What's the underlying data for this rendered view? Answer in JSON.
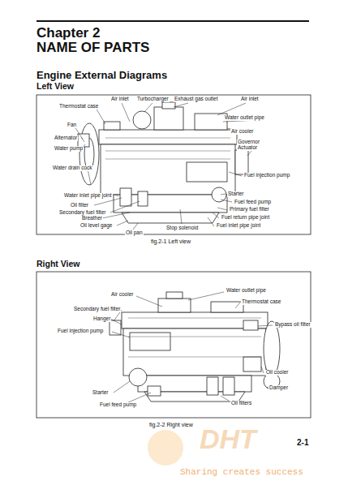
{
  "diagram": {
    "title": "Chapter 2",
    "labels": [
      "NAME OF PARTS",
      "Engine External Diagrams",
      "Left View",
      "Air inlet",
      "Turbocharger",
      "Exhaust gas outlet",
      "Air inlet",
      "Thermostat case",
      "Water outlet pipe",
      "Fan",
      "Air cooler",
      "Alternator",
      "Governor Actuator",
      "Water pump",
      "Water drain cock",
      "Fuel injection pump",
      "Starter",
      "Water inlet pipe joint",
      "Fuel feed pump",
      "Oil filter",
      "Primary fuel filter",
      "Secondary fuel filter",
      "Breather",
      "Fuel return pipe joint",
      "Oil level gage",
      "Stop solenoid",
      "Fuel inlet pipe joint",
      "Oil pan",
      "fig.2-1 Left view",
      "Right View",
      "Air cooler",
      "Water outlet pipe",
      "Thermostat case",
      "Secondary fuel filter",
      "Hanger",
      "Bypass oil filter",
      "Fuel injection pump",
      "Oil cooler",
      "Damper",
      "Starter",
      "Oil filters",
      "Fuel feed pump",
      "fig.2-2 Right view",
      "2-1",
      "DHT",
      "Sharing creates success"
    ]
  }
}
